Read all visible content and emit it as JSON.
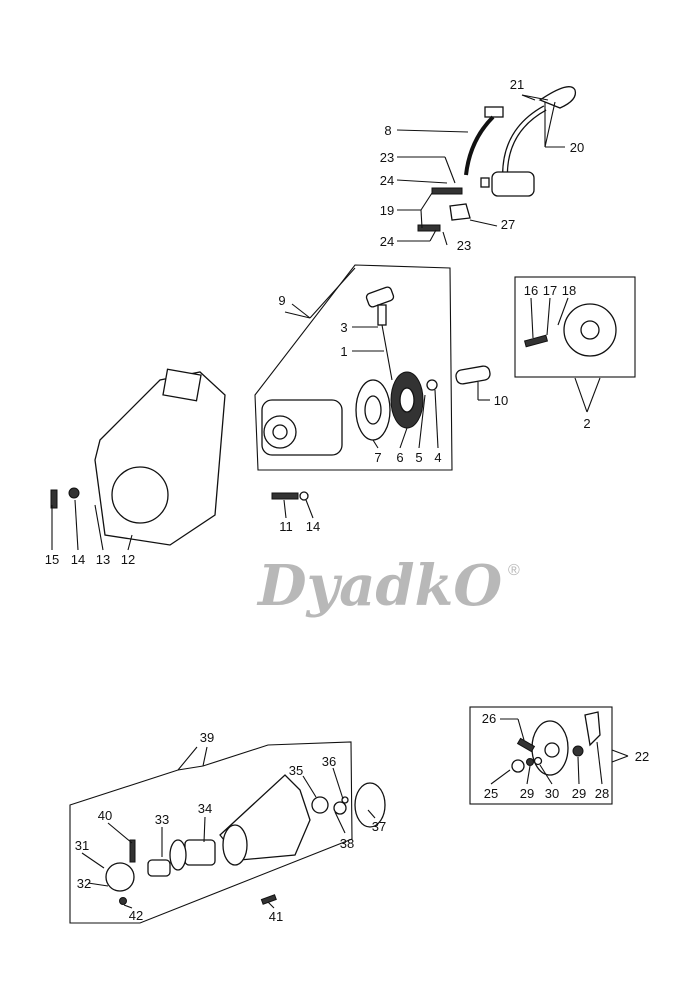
{
  "watermark": {
    "text": "DyadkO",
    "mark": "®"
  },
  "callouts": {
    "ignition": [
      "21",
      "8",
      "20",
      "23",
      "24",
      "19",
      "27",
      "24",
      "23"
    ],
    "starter": [
      "9",
      "3",
      "1",
      "7",
      "6",
      "5",
      "4",
      "10"
    ],
    "flywheel": [
      "16",
      "17",
      "18",
      "2"
    ],
    "housing": [
      "15",
      "14",
      "13",
      "12",
      "11",
      "14"
    ],
    "clutch": [
      "26",
      "22",
      "25",
      "29",
      "30",
      "29",
      "28"
    ],
    "drive": [
      "39",
      "36",
      "35",
      "40",
      "33",
      "34",
      "37",
      "38",
      "31",
      "32",
      "42",
      "41"
    ]
  }
}
